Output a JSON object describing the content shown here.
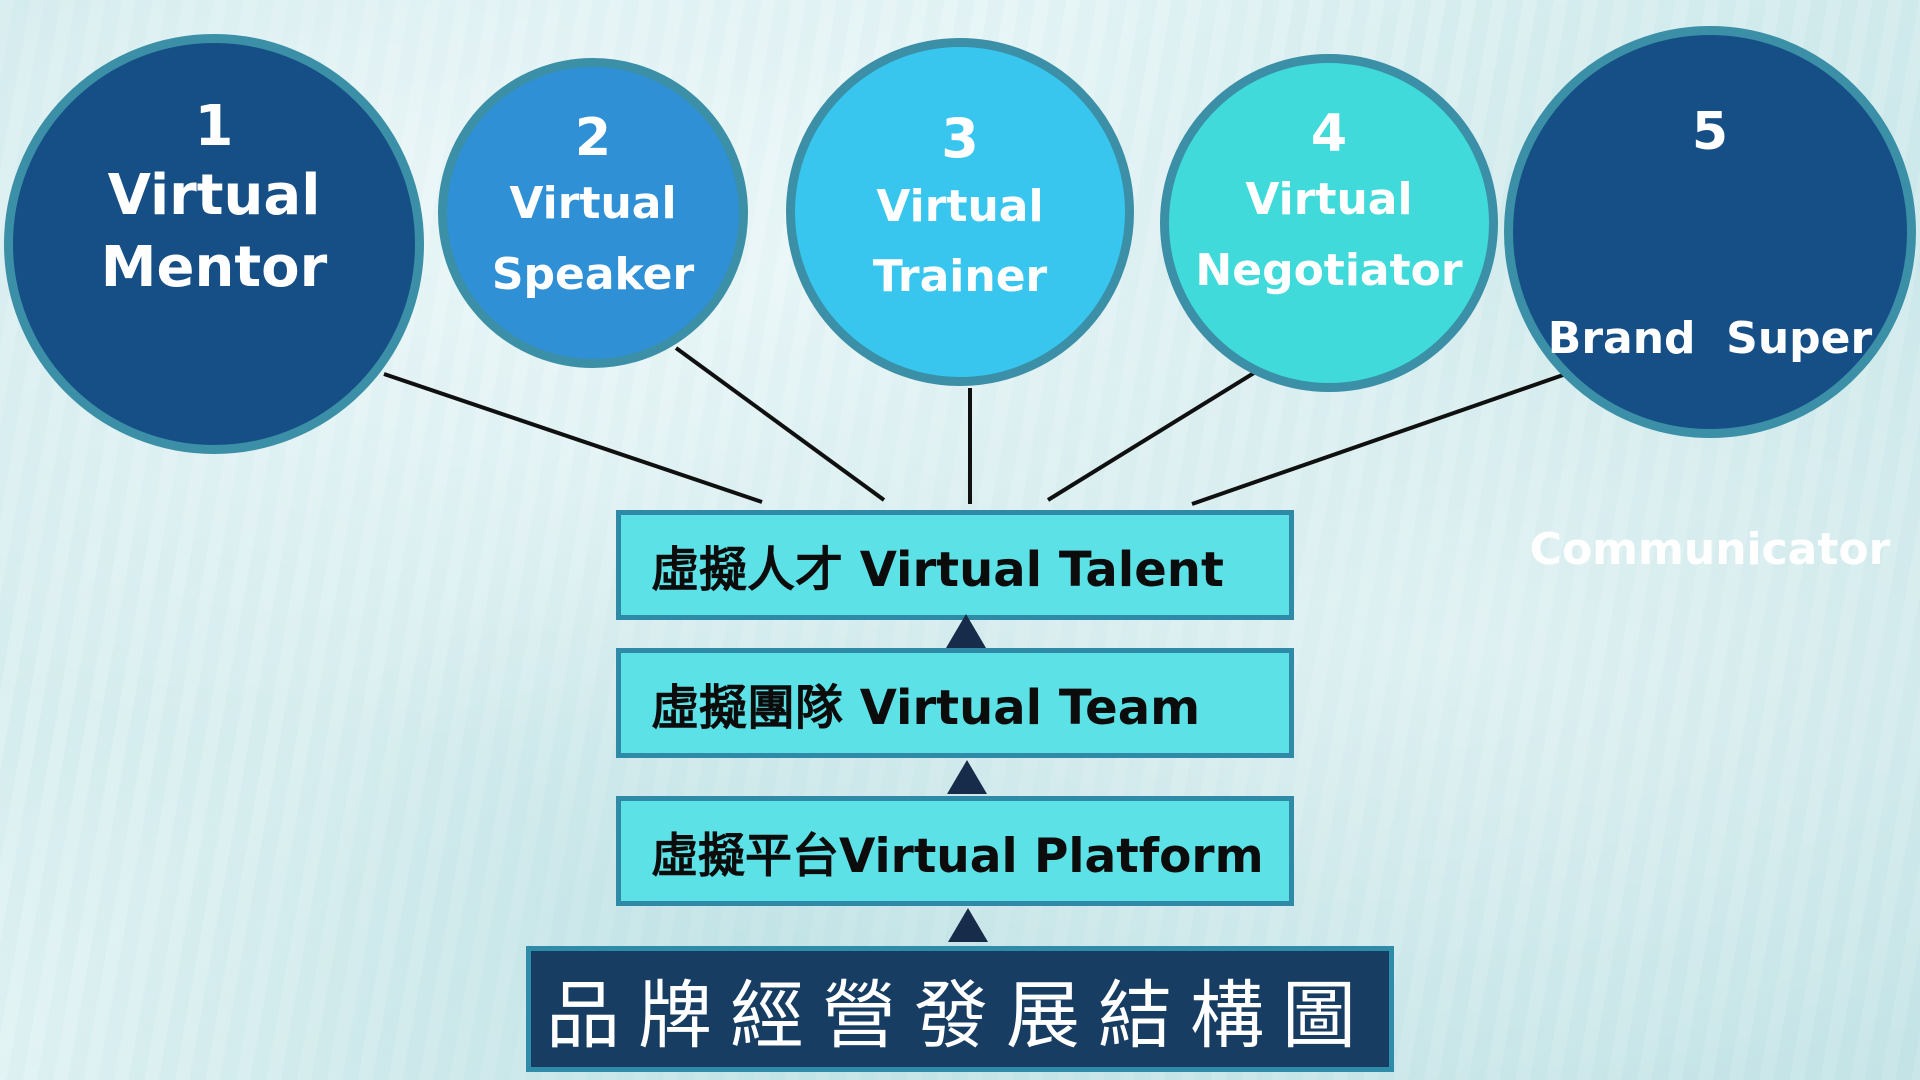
{
  "circles": [
    {
      "number": "1",
      "label": "Virtual\nMentor",
      "color": "#164f86"
    },
    {
      "number": "2",
      "label": "Virtual\nSpeaker",
      "color": "#2f90d6"
    },
    {
      "number": "3",
      "label": "Virtual\nTrainer",
      "color": "#38c6ef"
    },
    {
      "number": "4",
      "label": "Virtual\nNegotiator",
      "color": "#3fdad9"
    },
    {
      "number": "5",
      "label": "Brand  Super\nCommunicator",
      "color": "#164f86"
    }
  ],
  "layers": {
    "talent": "虛擬人才 Virtual Talent",
    "team": "虛擬團隊 Virtual Team",
    "platform": "虛擬平台Virtual Platform"
  },
  "title": "品牌經營發展結構圖",
  "colors": {
    "box_fill": "#5be1e6",
    "box_border": "#2f8aa8",
    "title_fill": "#173d62",
    "arrow": "#172b4a",
    "circle_border": "#3b8fa6"
  }
}
